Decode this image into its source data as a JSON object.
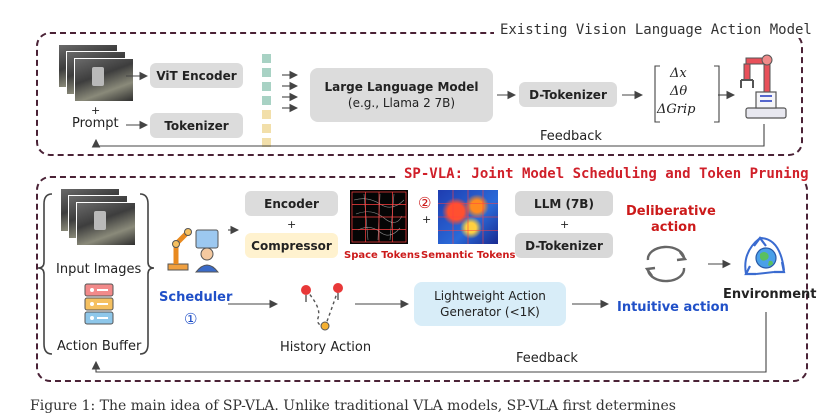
{
  "top": {
    "title": "Existing Vision Language Action Model",
    "plus": "+",
    "prompt": "Prompt",
    "vit_encoder": "ViT Encoder",
    "tokenizer": "Tokenizer",
    "llm_line1": "Large Language Model",
    "llm_line2": "(e.g., Llama 2 7B)",
    "d_tokenizer": "D-Tokenizer",
    "actions": [
      "Δx",
      "Δθ",
      "ΔGrip"
    ],
    "feedback": "Feedback"
  },
  "bottom": {
    "title": "SP-VLA:  Joint Model Scheduling and Token Pruning",
    "input_images": "Input Images",
    "action_buffer": "Action Buffer",
    "scheduler": "Scheduler",
    "scheduler_num": "①",
    "encoder": "Encoder",
    "plus": "+",
    "compressor": "Compressor",
    "circled_two": "②",
    "space_tokens": "Space Tokens",
    "semantic_tokens": "Semantic Tokens",
    "llm": "LLM (7B)",
    "d_tokenizer": "D-Tokenizer",
    "deliberative_line1": "Deliberative",
    "deliberative_line2": "action",
    "intuitive": "Intuitive action",
    "environment": "Environment",
    "history_action": "History Action",
    "lightweight_line1": "Lightweight Action",
    "lightweight_line2": "Generator (<1K)",
    "feedback": "Feedback"
  },
  "caption": "Figure 1: The main idea of SP-VLA. Unlike traditional VLA models, SP-VLA first determines",
  "colors": {
    "panel_border": "#4a2236",
    "accent_red": "#d0202a",
    "accent_blue": "#2050c8",
    "yellow_box": "#fff2cf",
    "blue_box": "#d8edf8",
    "gray_box": "#dcdcdc"
  }
}
